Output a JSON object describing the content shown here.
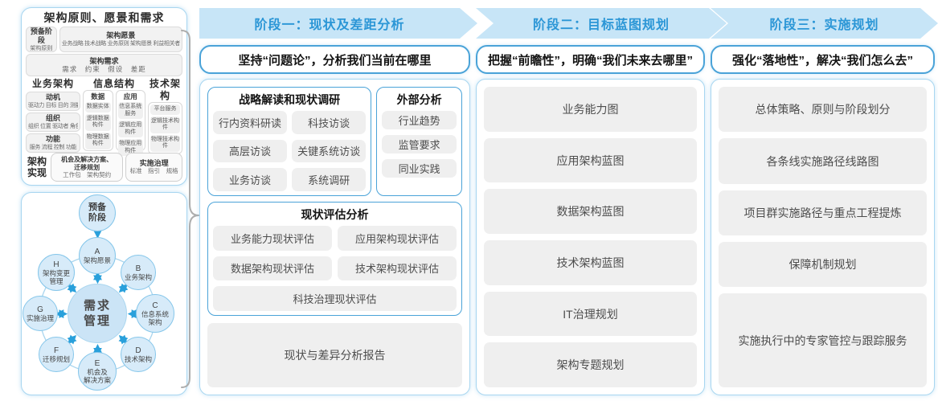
{
  "colors": {
    "band_bg": "#C7E5F7",
    "band_text": "#2B96D6",
    "accent_border": "#4AA3D8",
    "panel_border": "#A8D6F0",
    "item_bg": "#EFEFEF",
    "item_text": "#4D4D4D",
    "circle_fill": "#D7EBF9",
    "circle_border": "#85C6EA",
    "arrow": "#29A0DB"
  },
  "left_panel": {
    "title": "架构原则、愿景和需求",
    "prep_box": {
      "title": "预备阶段",
      "sub": "架构原则"
    },
    "vision_box": {
      "title": "架构愿景",
      "sub": "业务战略 技术战略 业务原则 架构愿景 利益相关者"
    },
    "requirement_box": {
      "title": "架构需求",
      "sub": "需求　约束　假设　差距"
    },
    "business": {
      "title": "业务架构",
      "items": [
        {
          "title": "动机",
          "sub": "驱动力 目标 目的 测量"
        },
        {
          "title": "组织",
          "sub": "组织 位置 驱动者 角色"
        },
        {
          "title": "功能",
          "sub": "服务 流程 控制 功能"
        }
      ]
    },
    "information": {
      "title": "信息结构",
      "data_col": {
        "title": "数据",
        "items": [
          "数据实体",
          "逻辑数据构件",
          "物理数据构件"
        ]
      },
      "app_col": {
        "title": "应用",
        "items": [
          "信息系统服务",
          "逻辑应用构件",
          "物理应用构件"
        ]
      }
    },
    "technology": {
      "title": "技术架构",
      "items": [
        "平台服务",
        "逻辑技术构件",
        "物理技术构件"
      ]
    },
    "implementation": {
      "label": "架构\n实现",
      "box1": {
        "title": "机会及解决方案、\n迁移规划",
        "sub": "工作包　架构契约"
      },
      "box2": {
        "title": "实施治理",
        "sub": "标准　指引　规格"
      }
    }
  },
  "cycle": {
    "prep": "预备\n阶段",
    "center": "需求\n管理",
    "nodes": [
      {
        "letter": "A",
        "label": "架构愿景"
      },
      {
        "letter": "B",
        "label": "业务架构"
      },
      {
        "letter": "C",
        "label": "信息系统\n架构"
      },
      {
        "letter": "D",
        "label": "技术架构"
      },
      {
        "letter": "E",
        "label": "机会及\n解决方案"
      },
      {
        "letter": "F",
        "label": "迁移规划"
      },
      {
        "letter": "G",
        "label": "实施治理"
      },
      {
        "letter": "H",
        "label": "架构变更\n管理"
      }
    ]
  },
  "phases": [
    {
      "header": "阶段一：现状及差距分析",
      "subtitle": "坚持“问题论”，分析我们当前在哪里"
    },
    {
      "header": "阶段二：目标蓝图规划",
      "subtitle": "把握“前瞻性”，明确“我们未来去哪里”"
    },
    {
      "header": "阶段三：实施规划",
      "subtitle": "强化“落地性”，解决“我们怎么去”"
    }
  ],
  "phase1": {
    "research": {
      "title": "战略解读和现状调研",
      "items": [
        "行内资料研读",
        "科技访谈",
        "高层访谈",
        "关键系统访谈",
        "业务访谈",
        "系统调研"
      ]
    },
    "external": {
      "title": "外部分析",
      "items": [
        "行业趋势",
        "监管要求",
        "同业实践"
      ]
    },
    "assessment": {
      "title": "现状评估分析",
      "items": [
        "业务能力现状评估",
        "应用架构现状评估",
        "数据架构现状评估",
        "技术架构现状评估",
        "科技治理现状评估"
      ]
    },
    "report": "现状与差异分析报告"
  },
  "phase2": {
    "items": [
      "业务能力图",
      "应用架构蓝图",
      "数据架构蓝图",
      "技术架构蓝图",
      "IT治理规划",
      "架构专题规划"
    ]
  },
  "phase3": {
    "items": [
      "总体策略、原则与阶段划分",
      "各条线实施路径线路图",
      "项目群实施路径与重点工程提炼",
      "保障机制规划",
      "实施执行中的专家管控与跟踪服务"
    ]
  }
}
